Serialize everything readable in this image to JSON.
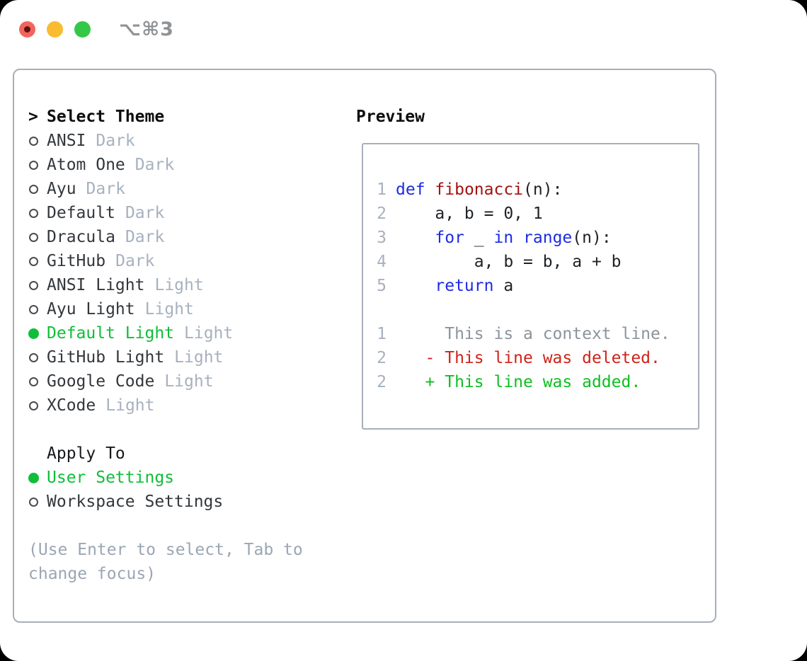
{
  "window": {
    "title": "⌥⌘3"
  },
  "traffic_lights": [
    {
      "name": "close",
      "color": "#F2655C",
      "has_inner_dot": true,
      "inner_dot_color": "#5E100C"
    },
    {
      "name": "minimize",
      "color": "#F9BB2F",
      "has_inner_dot": false
    },
    {
      "name": "zoom",
      "color": "#34C748",
      "has_inner_dot": false
    }
  ],
  "theme_picker": {
    "header_marker": ">",
    "header": "Select Theme",
    "themes": [
      {
        "name": "ANSI",
        "tag": "Dark",
        "selected": false
      },
      {
        "name": "Atom One",
        "tag": "Dark",
        "selected": false
      },
      {
        "name": "Ayu",
        "tag": "Dark",
        "selected": false
      },
      {
        "name": "Default",
        "tag": "Dark",
        "selected": false
      },
      {
        "name": "Dracula",
        "tag": "Dark",
        "selected": false
      },
      {
        "name": "GitHub",
        "tag": "Dark",
        "selected": false
      },
      {
        "name": "ANSI Light",
        "tag": "Light",
        "selected": false
      },
      {
        "name": "Ayu Light",
        "tag": "Light",
        "selected": false
      },
      {
        "name": "Default Light",
        "tag": "Light",
        "selected": true
      },
      {
        "name": "GitHub Light",
        "tag": "Light",
        "selected": false
      },
      {
        "name": "Google Code",
        "tag": "Light",
        "selected": false
      },
      {
        "name": "XCode",
        "tag": "Light",
        "selected": false
      }
    ],
    "apply_to": {
      "label": "Apply To",
      "options": [
        {
          "name": "User Settings",
          "selected": true
        },
        {
          "name": "Workspace Settings",
          "selected": false
        }
      ]
    },
    "hint": "(Use Enter to select, Tab to change focus)"
  },
  "preview": {
    "title": "Preview",
    "lines": [
      {
        "num": "1",
        "tokens": [
          {
            "c": "k",
            "t": "def"
          },
          {
            "c": "p",
            "t": " "
          },
          {
            "c": "f",
            "t": "fibonacci"
          },
          {
            "c": "p",
            "t": "(n):"
          }
        ]
      },
      {
        "num": "2",
        "tokens": [
          {
            "c": "p",
            "t": "    a, b = 0, 1"
          }
        ]
      },
      {
        "num": "3",
        "tokens": [
          {
            "c": "p",
            "t": "    "
          },
          {
            "c": "k",
            "t": "for"
          },
          {
            "c": "p",
            "t": " _ "
          },
          {
            "c": "k",
            "t": "in"
          },
          {
            "c": "p",
            "t": " "
          },
          {
            "c": "k",
            "t": "range"
          },
          {
            "c": "p",
            "t": "(n):"
          }
        ]
      },
      {
        "num": "4",
        "tokens": [
          {
            "c": "p",
            "t": "        a, b = b, a + b"
          }
        ]
      },
      {
        "num": "5",
        "tokens": [
          {
            "c": "p",
            "t": "    "
          },
          {
            "c": "k",
            "t": "return"
          },
          {
            "c": "p",
            "t": " a"
          }
        ]
      },
      {
        "num": "",
        "tokens": []
      },
      {
        "num": "1",
        "tokens": [
          {
            "c": "ctx",
            "t": "     This is a context line."
          }
        ]
      },
      {
        "num": "2",
        "tokens": [
          {
            "c": "del",
            "t": "   - This line was deleted."
          }
        ]
      },
      {
        "num": "2",
        "tokens": [
          {
            "c": "add",
            "t": "   + This line was added."
          }
        ]
      }
    ]
  },
  "colors": {
    "accent_green": "#0FBE38",
    "keyword_blue": "#1C2CE2",
    "function_red": "#A31212",
    "diff_deleted": "#CE2418",
    "diff_added": "#0FBE23",
    "context_gray": "#8D939C",
    "line_number_gray": "#A7B1BF",
    "muted_tag_gray": "#A7B1BF",
    "hint_gray": "#9BA6B4",
    "panel_border": "#A9AEB9",
    "item_text": "#33373C",
    "titlebar_text": "#8F9296"
  }
}
